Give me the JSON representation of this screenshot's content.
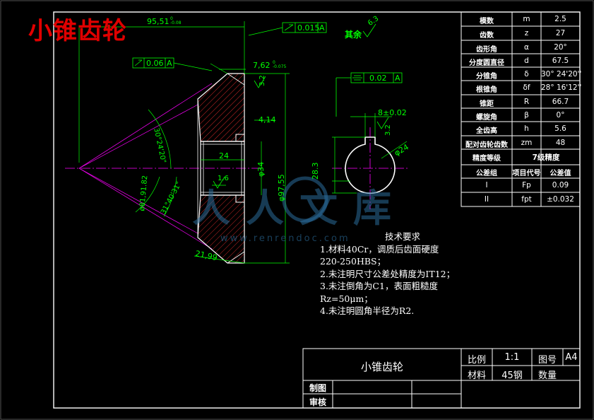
{
  "watermark_title": "小锥齿轮",
  "watermark_site": "人人文库",
  "watermark_url": "www.renrendoc.com",
  "colors": {
    "background": "#000000",
    "outline": "#ffffff",
    "dimension": "#00ff00",
    "center": "#ff00ff",
    "hatch": "#ff3030",
    "title_red": "#e00000"
  },
  "roughness_note": {
    "label": "其余",
    "value": "6.3"
  },
  "dims": {
    "d_95_51": "95,51",
    "d_95_tol": "0\n-0.08",
    "tol_015": "0.015",
    "datum_a": "A",
    "tol_006": "0.06",
    "d_7_62": "7,62",
    "d_7_tol": "0\n-0.075",
    "r_3_2": "3.2",
    "d_4_14": "4,14",
    "d_24": "24",
    "d_phi34": "φ34",
    "d_97_55": "φ97,55",
    "r_1_6": "1.6",
    "ang_cone": "30°24'20\"",
    "ang_root": "31°40'31\"",
    "d_81_91": "ø81,91.82",
    "d_21_99": "21,99",
    "tol_sym": "0.02",
    "d_8": "8±0.02",
    "r_3_2b": "3.2",
    "d_28_3": "28.3",
    "d_phi24": "φ24",
    "r_6_3": "6.3"
  },
  "tech_requirements": {
    "title": "技术要求",
    "items": [
      "1.材料40Cr，调质后齿面硬度",
      "220-250HBS；",
      "2.未注明尺寸公差处精度为IT12；",
      "3.未注倒角为C1，表面粗糙度",
      "Rz=50μm；",
      "4.未注明圆角半径为R2."
    ]
  },
  "param_table": {
    "rows": [
      [
        "模数",
        "m",
        "2.5"
      ],
      [
        "齿数",
        "z",
        "27"
      ],
      [
        "齿形角",
        "α",
        "20°"
      ],
      [
        "分度圆直径",
        "d",
        "67.5"
      ],
      [
        "分锥角",
        "δ",
        "30° 24'20''"
      ],
      [
        "根锥角",
        "δf",
        "28° 16'12''"
      ],
      [
        "锥距",
        "R",
        "66.7"
      ],
      [
        "螺旋角",
        "β",
        "0°"
      ],
      [
        "全齿高",
        "h",
        "5.6"
      ],
      [
        "配对齿轮齿数",
        "zm",
        "48"
      ]
    ],
    "precision_label": "精度等级",
    "precision_value": "7级精度",
    "group_header": [
      "公差组",
      "项目代号",
      "公差值"
    ],
    "group_rows": [
      [
        "I",
        "Fp",
        "0.09"
      ],
      [
        "II",
        "fpt",
        "±0.032"
      ]
    ]
  },
  "title_block": {
    "part_name": "小锥齿轮",
    "scale_label": "比例",
    "scale_value": "1:1",
    "drawing_no_label": "图号",
    "sheet_size": "A4",
    "material_label": "材料",
    "material_value": "45钢",
    "quantity_label": "数量",
    "drawn_label": "制图",
    "checked_label": "审核"
  }
}
